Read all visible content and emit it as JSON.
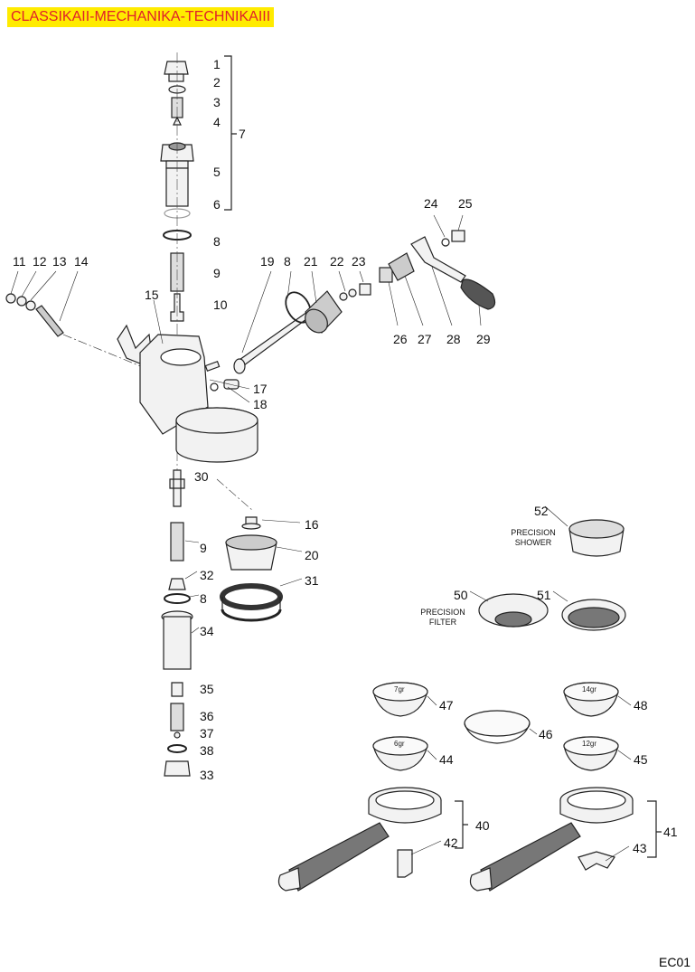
{
  "title": "CLASSIKAII-MECHANIKA-TECHNIKAIII",
  "page_code": "EC01",
  "callouts": [
    "1",
    "2",
    "3",
    "4",
    "7",
    "5",
    "6",
    "8",
    "9",
    "10",
    "15",
    "11",
    "12",
    "13",
    "14",
    "19",
    "8",
    "21",
    "22",
    "23",
    "24",
    "25",
    "26",
    "27",
    "28",
    "29",
    "17",
    "18",
    "30",
    "16",
    "9",
    "20",
    "32",
    "31",
    "8",
    "34",
    "35",
    "36",
    "37",
    "38",
    "33",
    "52",
    "50",
    "51",
    "47",
    "46",
    "48",
    "44",
    "45",
    "40",
    "42",
    "41",
    "43"
  ],
  "notes": {
    "precision_shower": [
      "PRECISION",
      "SHOWER"
    ],
    "precision_filter": [
      "PRECISION",
      "FILTER"
    ]
  },
  "basket_marks": [
    "7gr",
    "6gr",
    "14gr",
    "12gr"
  ],
  "colors": {
    "title_bg": "#ffeb00",
    "title_text": "#e0202a"
  }
}
